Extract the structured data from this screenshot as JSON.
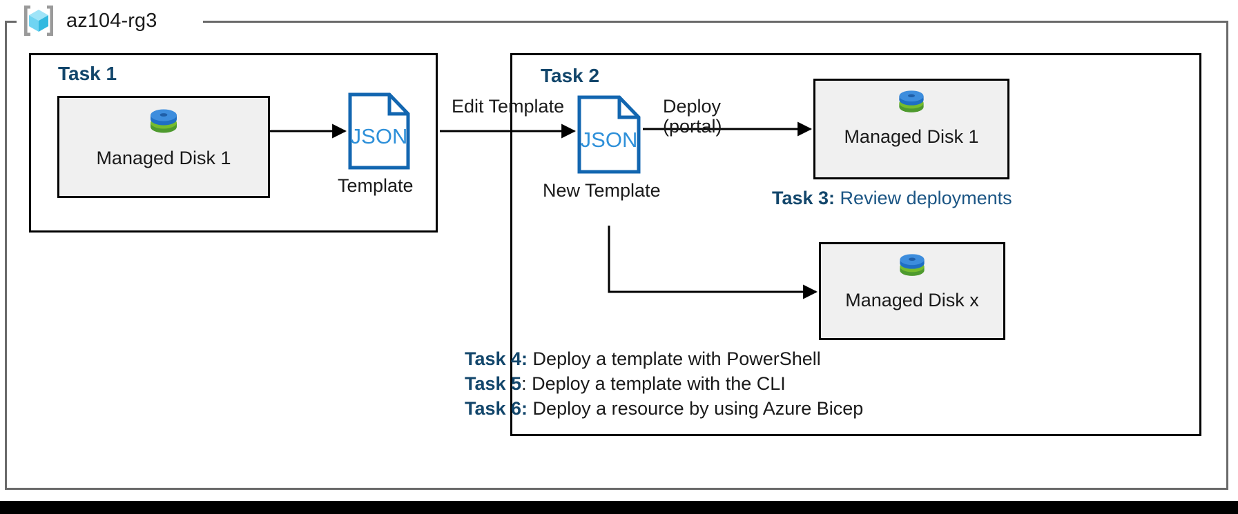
{
  "resource_group": {
    "name": "az104-rg3",
    "icon": "azure-resource-group-icon"
  },
  "panels": [
    {
      "id": "task1",
      "title": "Task 1"
    },
    {
      "id": "task2",
      "title": "Task 2"
    }
  ],
  "resources": [
    {
      "id": "disk1-a",
      "label": "Managed Disk 1",
      "icon": "managed-disk-icon"
    },
    {
      "id": "disk1-b",
      "label": "Managed Disk 1",
      "icon": "managed-disk-icon"
    },
    {
      "id": "diskx",
      "label": "Managed Disk x",
      "icon": "managed-disk-icon"
    }
  ],
  "documents": [
    {
      "id": "template",
      "glyph": "JSON",
      "caption": "Template"
    },
    {
      "id": "new-template",
      "glyph": "JSON",
      "caption": "New Template"
    }
  ],
  "edges": [
    {
      "id": "export",
      "label": ""
    },
    {
      "id": "edit",
      "label": "Edit Template"
    },
    {
      "id": "deploy",
      "label_line1": "Deploy",
      "label_line2": "(portal)"
    },
    {
      "id": "deploy2",
      "label": ""
    }
  ],
  "notes": [
    {
      "id": "task3",
      "tag": "Task 3:",
      "text": " Review deployments"
    },
    {
      "id": "task4",
      "tag": "Task 4:",
      "text": " Deploy a template with PowerShell"
    },
    {
      "id": "task5",
      "tag": "Task 5",
      "text": ": Deploy a template with the CLI"
    },
    {
      "id": "task6",
      "tag": "Task 6:",
      "text": " Deploy a resource by using Azure Bicep"
    }
  ],
  "colors": {
    "task_heading": "#12466b",
    "note_accent": "#12466b",
    "task3_text": "#1b5584",
    "json_outline": "#1266b0",
    "json_text": "#2e90d9",
    "resource_box_fill": "#f0f0f0",
    "frame_border": "#6a6a6a",
    "panel_border": "#000000",
    "disk_blue": "#3d8ddd",
    "disk_green": "#73b72a"
  }
}
